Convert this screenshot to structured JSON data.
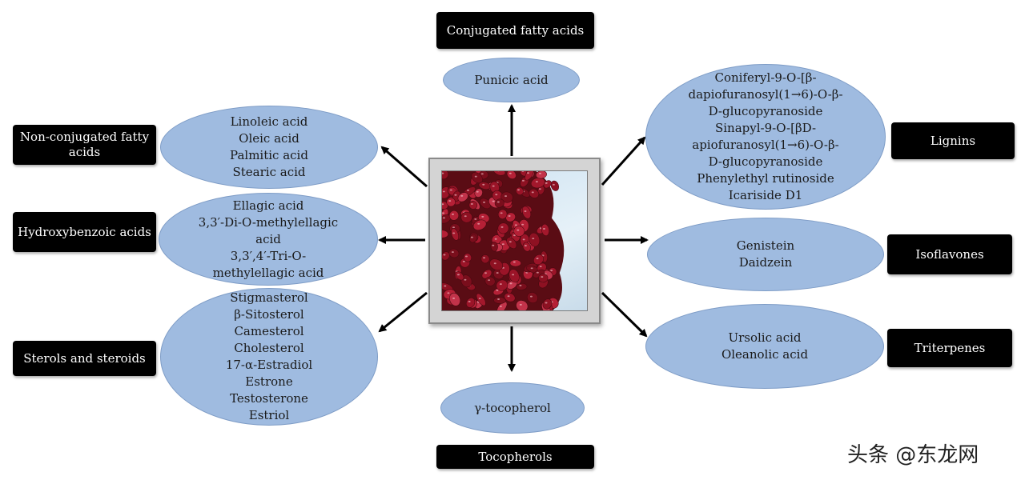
{
  "center_image": {
    "subject": "pomegranate-seeds-photo"
  },
  "categories": {
    "conjugated": "Conjugated fatty acids",
    "nonconjugated": "Non-conjugated fatty acids",
    "hydroxybenzoic": "Hydroxybenzoic acids",
    "sterols": "Sterols and steroids",
    "tocopherols": "Tocopherols",
    "lignins": "Lignins",
    "isoflavones": "Isoflavones",
    "triterpenes": "Triterpenes"
  },
  "compounds": {
    "conjugated": [
      "Punicic acid"
    ],
    "nonconjugated": [
      "Linoleic acid",
      "Oleic acid",
      "Palmitic acid",
      "Stearic acid"
    ],
    "hydroxybenzoic": [
      "Ellagic acid",
      "3,3′-Di-O-methylellagic",
      "acid",
      "3,3′,4′-Tri-O-",
      "methylellagic acid"
    ],
    "sterols": [
      "Stigmasterol",
      "β-Sitosterol",
      "Camesterol",
      "Cholesterol",
      "17-α-Estradiol",
      "Estrone",
      "Testosterone",
      "Estriol"
    ],
    "tocopherols": [
      "γ-tocopherol"
    ],
    "lignins": [
      "Coniferyl-9-O-[β-",
      "dapiofuranosyl(1→6)-O-β-",
      "D-glucopyranoside",
      "Sinapyl-9-O-[βD-",
      "apiofuranosyl(1→6)-O-β-",
      "D-glucopyranoside",
      "Phenylethyl rutinoside",
      "Icariside D1"
    ],
    "isoflavones": [
      "Genistein",
      "Daidzein"
    ],
    "triterpenes": [
      "Ursolic acid",
      "Oleanolic acid"
    ]
  },
  "watermark": "头条 @东龙网"
}
